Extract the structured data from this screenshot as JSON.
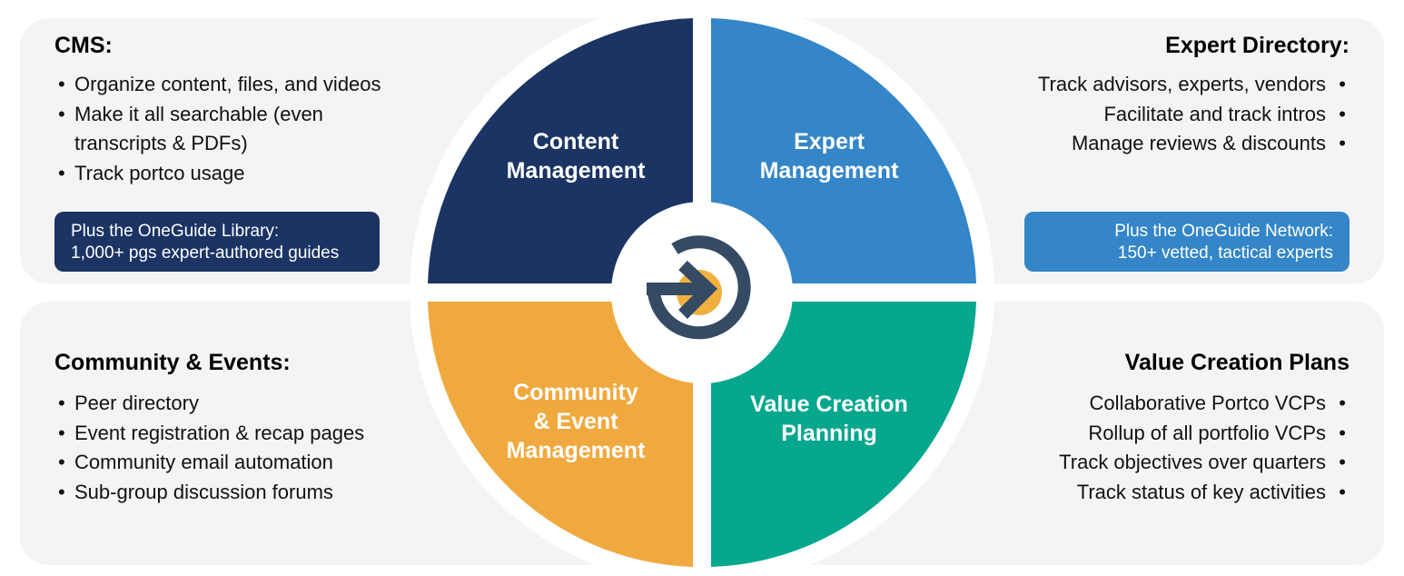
{
  "colors": {
    "content": "#1b3464",
    "expert": "#3486c8",
    "community": "#f0a93e",
    "value": "#06a78d",
    "icon": "#344b63",
    "icon_dot": "#f0b040",
    "panel": "#f4f4f4"
  },
  "cms": {
    "title": "CMS:",
    "items": [
      "Organize content, files, and videos",
      "Make it all searchable (even transcripts & PDFs)",
      "Track portco usage"
    ],
    "box": [
      "Plus the OneGuide Library:",
      "1,000+ pgs expert-authored guides"
    ]
  },
  "expert_dir": {
    "title": "Expert Directory:",
    "items": [
      "Track advisors, experts, vendors",
      "Facilitate and track intros",
      "Manage reviews & discounts"
    ],
    "box": [
      "Plus the OneGuide Network:",
      "150+ vetted, tactical experts"
    ]
  },
  "community": {
    "title": "Community & Events:",
    "items": [
      "Peer directory",
      "Event registration & recap pages",
      "Community email automation",
      "Sub-group discussion forums"
    ]
  },
  "vcp": {
    "title": "Value Creation Plans",
    "items": [
      "Collaborative Portco VCPs",
      "Rollup of all portfolio VCPs",
      "Track objectives over quarters",
      "Track status of key activities"
    ]
  },
  "quadrants": {
    "content": [
      "Content",
      "Management"
    ],
    "expert": [
      "Expert",
      "Management"
    ],
    "community": [
      "Community",
      "& Event",
      "Management"
    ],
    "value": [
      "Value Creation",
      "Planning"
    ]
  },
  "center_icon": "arrow-into-circle-icon"
}
